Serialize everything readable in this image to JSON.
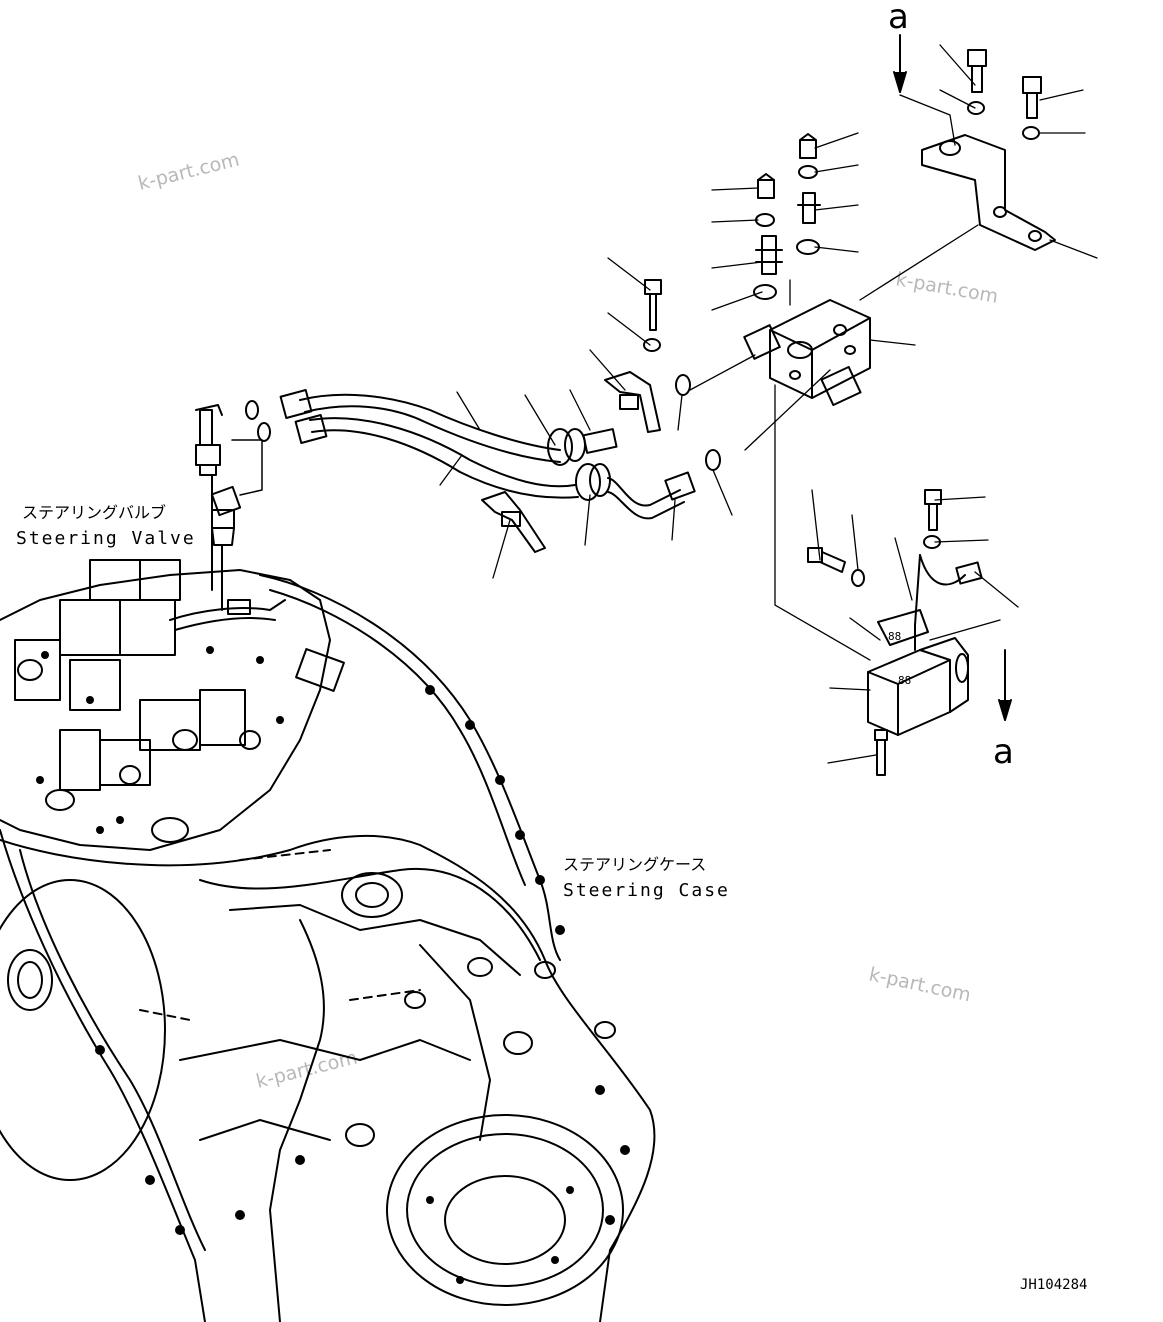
{
  "labels": {
    "steering_valve_jp": "ステアリングバルブ",
    "steering_valve_en": "Steering Valve",
    "steering_case_jp": "ステアリングケース",
    "steering_case_en": "Steering Case",
    "view_ref_top": "a",
    "view_ref_bottom": "a",
    "solenoid_tag_1": "88",
    "solenoid_tag_2": "88",
    "drawing_code": "JH104284"
  },
  "watermarks": [
    "k-part.com",
    "k-part.com",
    "k-part.com",
    "k-part.com"
  ]
}
